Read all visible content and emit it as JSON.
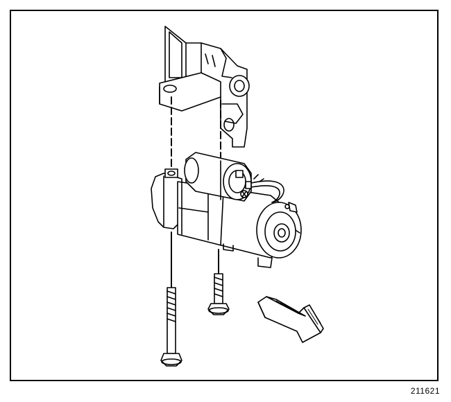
{
  "figure": {
    "number": "211621",
    "colors": {
      "line": "#000000",
      "paper": "#ffffff",
      "shade": "#d9d9d9"
    },
    "parts": [
      "mounting-bracket",
      "starter-motor",
      "solenoid",
      "long-bolt",
      "short-bolt",
      "direction-arrow"
    ]
  }
}
